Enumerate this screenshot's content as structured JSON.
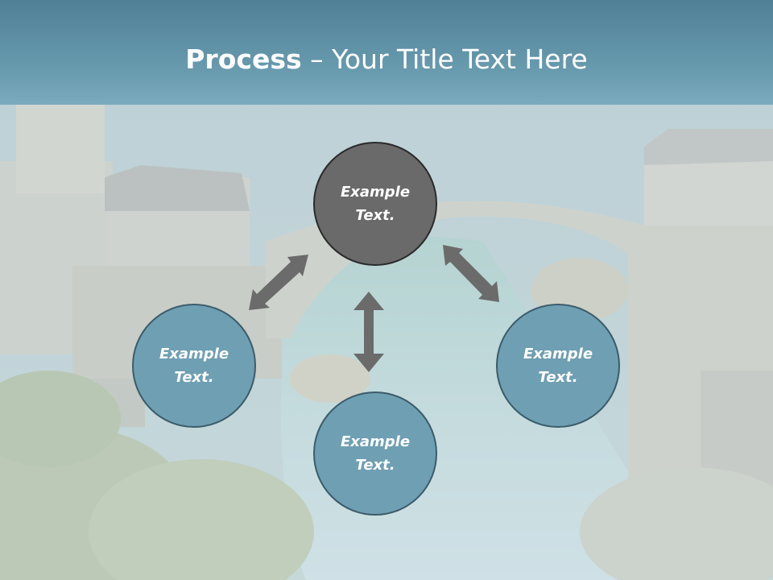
{
  "slide": {
    "title_bold": "Process",
    "title_rest": " – Your Title Text Here"
  },
  "diagram": {
    "center": {
      "line1": "Example",
      "line2": "Text."
    },
    "left": {
      "line1": "Example",
      "line2": "Text."
    },
    "bottom": {
      "line1": "Example",
      "line2": "Text."
    },
    "right": {
      "line1": "Example",
      "line2": "Text."
    }
  },
  "colors": {
    "title_bar": "#5f91a6",
    "center_node": "#6a6a6a",
    "outer_node": "#6f9fb3",
    "arrow": "#6b6b6b"
  }
}
